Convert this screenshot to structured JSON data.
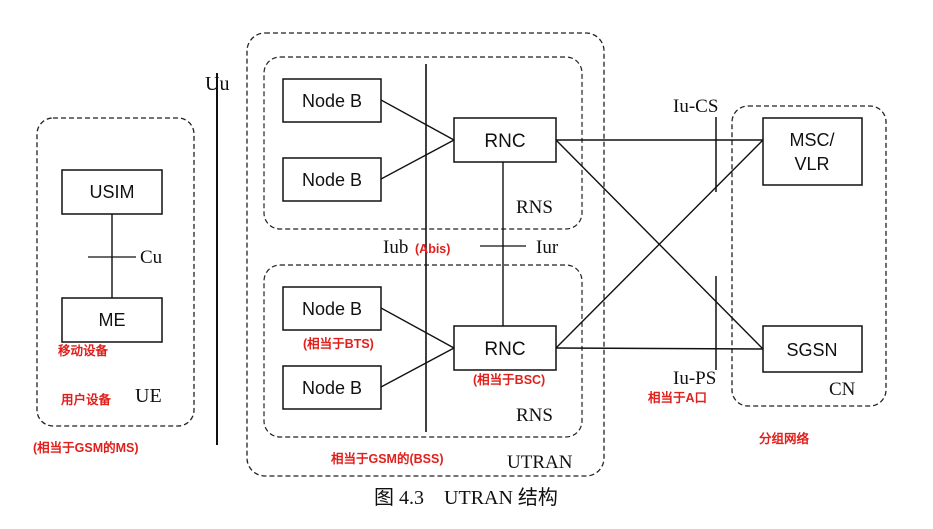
{
  "nodes": {
    "usim": "USIM",
    "me": "ME",
    "node_b_1": "Node B",
    "node_b_2": "Node B",
    "node_b_3": "Node B",
    "node_b_4": "Node B",
    "rnc_top": "RNC",
    "rnc_bottom": "RNC",
    "msc_vlr_line1": "MSC/",
    "msc_vlr_line2": "VLR",
    "sgsn": "SGSN"
  },
  "labels": {
    "uu": "Uu",
    "cu": "Cu",
    "ue": "UE",
    "iub": "Iub",
    "iur": "Iur",
    "rns_top": "RNS",
    "rns_bottom": "RNS",
    "utran": "UTRAN",
    "iu_cs": "Iu-CS",
    "iu_ps": "Iu-PS",
    "cn": "CN",
    "caption": "图 4.3    UTRAN 结构"
  },
  "annotations": {
    "mobile_equipment": "移动设备",
    "user_equipment": "用户设备",
    "equiv_gsm_ms": "(相当于GSM的MS)",
    "abis": "(Abis)",
    "equiv_bts": "(相当于BTS)",
    "equiv_bsc": "(相当于BSC)",
    "equiv_gsm_bss": "相当于GSM的(BSS)",
    "equiv_a_interface": "相当于A口",
    "packet_network": "分组网络"
  },
  "colors": {
    "annotation": "#e0201c",
    "line": "#111111"
  }
}
